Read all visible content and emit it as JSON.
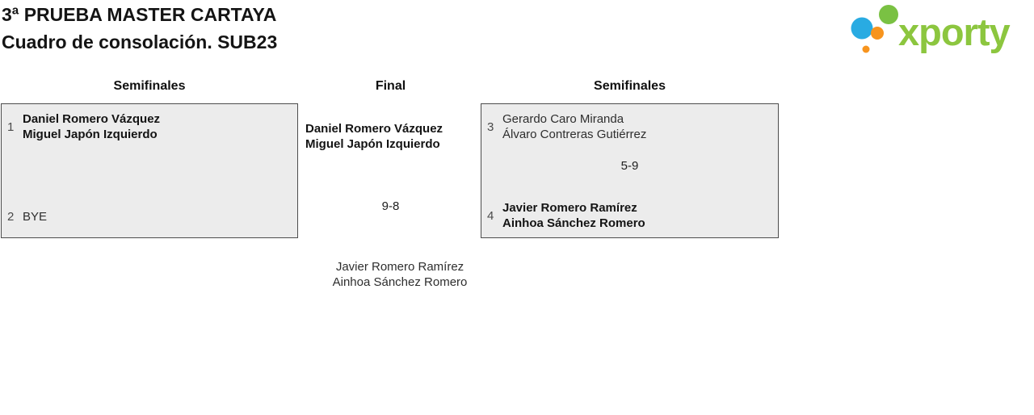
{
  "header": {
    "title_line1": "3ª PRUEBA MASTER CARTAYA",
    "title_line2": "Cuadro de consolación. SUB23"
  },
  "logo": {
    "brand": "xporty",
    "colors": {
      "blue": "#29ABE2",
      "green": "#7AC143",
      "orange": "#F7941E",
      "text_green": "#8CC63F"
    }
  },
  "bracket": {
    "rounds": {
      "left": "Semifinales",
      "center": "Final",
      "right": "Semifinales"
    },
    "semifinal_left": {
      "seed_top": "1",
      "team_top": {
        "line1": "Daniel Romero Vázquez",
        "line2": "Miguel Japón Izquierdo"
      },
      "seed_bottom": "2",
      "team_bottom": {
        "line1": "BYE"
      }
    },
    "semifinal_right": {
      "seed_top": "3",
      "team_top": {
        "line1": "Gerardo Caro Miranda",
        "line2": "Álvaro Contreras Gutiérrez"
      },
      "score": "5-9",
      "seed_bottom": "4",
      "team_bottom": {
        "line1": "Javier Romero Ramírez",
        "line2": "Ainhoa Sánchez Romero"
      }
    },
    "final": {
      "team_top": {
        "line1": "Daniel Romero Vázquez",
        "line2": "Miguel Japón Izquierdo"
      },
      "score": "9-8",
      "team_bottom": {
        "line1": "Javier Romero Ramírez",
        "line2": "Ainhoa Sánchez Romero"
      }
    }
  }
}
